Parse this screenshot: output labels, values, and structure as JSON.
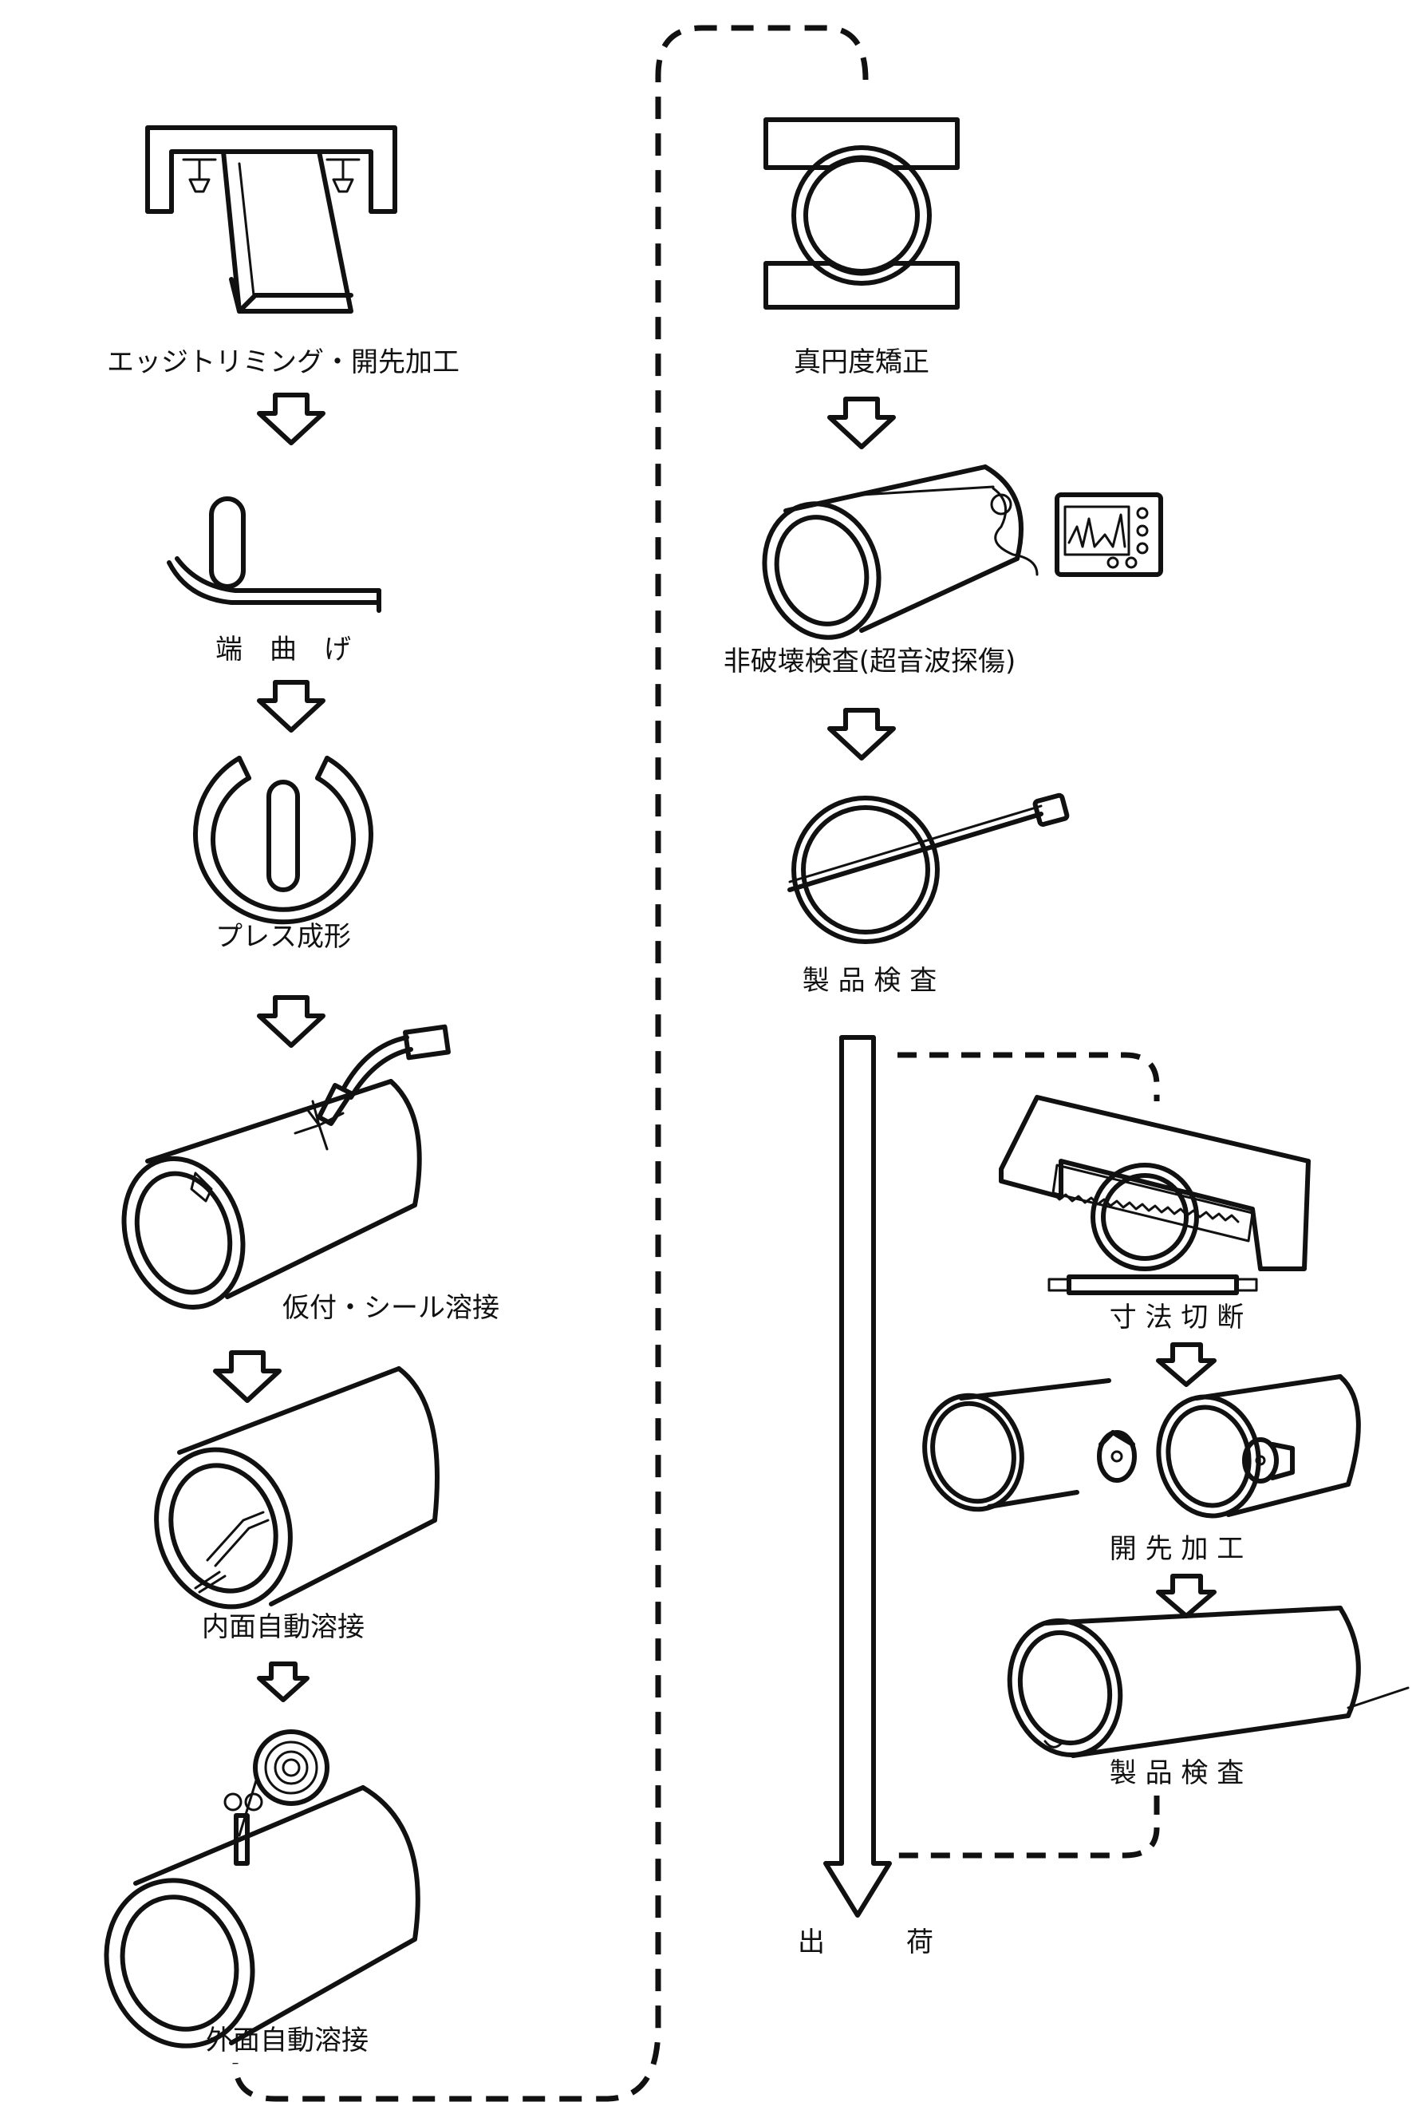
{
  "labels": {
    "edge_trimming": "エッジトリミング・開先加工",
    "end_bending": "端　曲　げ",
    "press_forming": "プレス成形",
    "tack_seal_welding": "仮付・シール溶接",
    "inner_auto_welding": "内面自動溶接",
    "outer_auto_welding": "外面自動溶接",
    "roundness_correction": "真円度矯正",
    "ndt_ultrasonic": "非破壊検査(超音波探傷)",
    "product_inspection_1": "製 品 検 査",
    "cut_to_length": "寸 法 切 断",
    "bevel_machining": "開 先 加 工",
    "product_inspection_2": "製 品 検 査",
    "shipping": "出　　　荷"
  }
}
